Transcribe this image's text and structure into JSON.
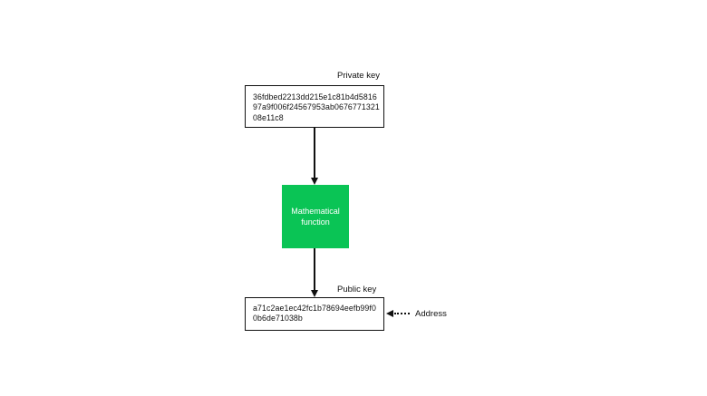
{
  "colors": {
    "function_box_green": "#0AC455",
    "box_border": "#111111",
    "arrow": "#111111",
    "background": "#ffffff",
    "function_text": "#ffffff"
  },
  "diagram": {
    "private_key": {
      "label": "Private key",
      "value": "36fdbed2213dd215e1c81b4d5816\n97a9f006f24567953ab0676771321\n08e11c8"
    },
    "mathematical_function": {
      "label": "Mathematical\nfunction"
    },
    "public_key": {
      "label": "Public key",
      "value": "a71c2ae1ec42fc1b78694eefb99f0\n0b6de71038b"
    },
    "address": {
      "label": "Address"
    }
  }
}
